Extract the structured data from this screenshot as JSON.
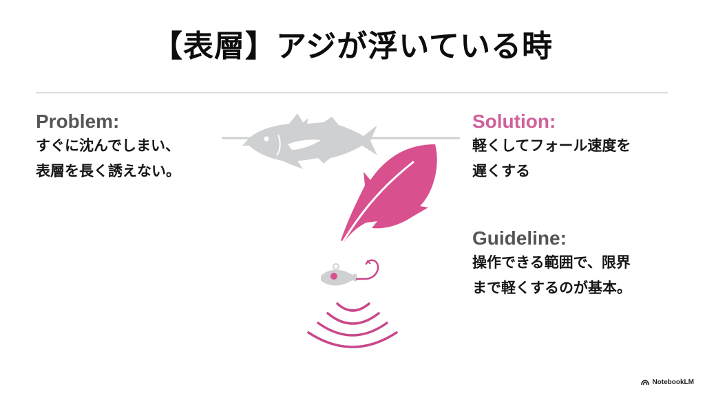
{
  "slide": {
    "title": "【表層】アジが浮いている時",
    "problem": {
      "label": "Problem:",
      "lines": [
        "すぐに沈んでしまい、",
        "表層を長く誘えない。"
      ]
    },
    "solution": {
      "label": "Solution:",
      "lines": [
        "軽くしてフォール速度を",
        "遅くする"
      ]
    },
    "guideline": {
      "label": "Guideline:",
      "lines": [
        "操作できる範囲で、限界",
        "まで軽くするのが基本。"
      ]
    }
  },
  "illustration": {
    "icons": [
      "fish-icon",
      "water-surface-line",
      "feather-icon",
      "jighead-icon",
      "vibration-waves-icon"
    ],
    "colors": {
      "fish": "#cfd0d1",
      "accent": "#d9508e",
      "line": "#cfd0d1"
    }
  },
  "footer": {
    "brand": "NotebookLM"
  }
}
